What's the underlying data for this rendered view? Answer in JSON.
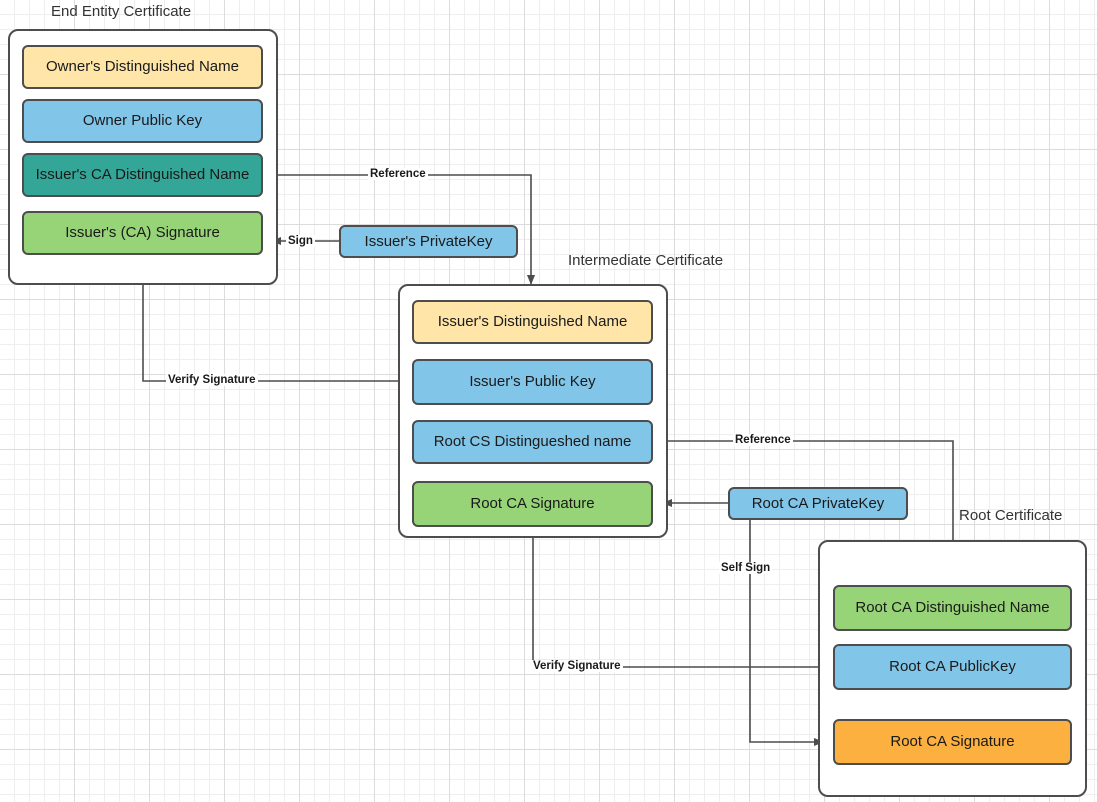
{
  "diagram": {
    "title_labels": {
      "end_entity": "End Entity Certificate",
      "intermediate": "Intermediate Certificate",
      "root": "Root Certificate"
    },
    "colors": {
      "yellow": "#ffe6a8",
      "blue": "#81c5e8",
      "teal": "#33a697",
      "green": "#97d477",
      "orange": "#fbb040",
      "stroke": "#4d4d4d",
      "text": "#1a1a1a",
      "grid_minor": "#eeeeee",
      "grid_major": "#dcdcdc"
    },
    "end_entity_certificate": {
      "fields": [
        {
          "label": "Owner's Distinguished Name",
          "color": "#ffe6a8"
        },
        {
          "label": "Owner Public  Key",
          "color": "#81c5e8"
        },
        {
          "label": "Issuer's CA Distinguished Name",
          "color": "#33a697"
        },
        {
          "label": "Issuer's (CA) Signature",
          "color": "#97d477"
        }
      ]
    },
    "intermediate_certificate": {
      "fields": [
        {
          "label": "Issuer's Distinguished Name",
          "color": "#ffe6a8"
        },
        {
          "label": "Issuer's Public  Key",
          "color": "#81c5e8"
        },
        {
          "label": "Root CS Distingueshed name",
          "color": "#81c5e8"
        },
        {
          "label": "Root CA Signature",
          "color": "#97d477"
        }
      ]
    },
    "root_certificate": {
      "fields": [
        {
          "label": "Root CA Distinguished Name",
          "color": "#97d477"
        },
        {
          "label": "Root CA PublicKey",
          "color": "#81c5e8"
        },
        {
          "label": "Root CA Signature",
          "color": "#fbb040"
        }
      ]
    },
    "keys": {
      "issuer_private_key": "Issuer's PrivateKey",
      "root_ca_private_key": "Root CA PrivateKey"
    },
    "edge_labels": {
      "reference_top": "Reference",
      "sign": "Sign",
      "verify_signature_top": "Verify Signature",
      "reference_bottom": "Reference",
      "self_sign": "Self Sign",
      "verify_signature_bottom": "Verify Signature"
    }
  }
}
